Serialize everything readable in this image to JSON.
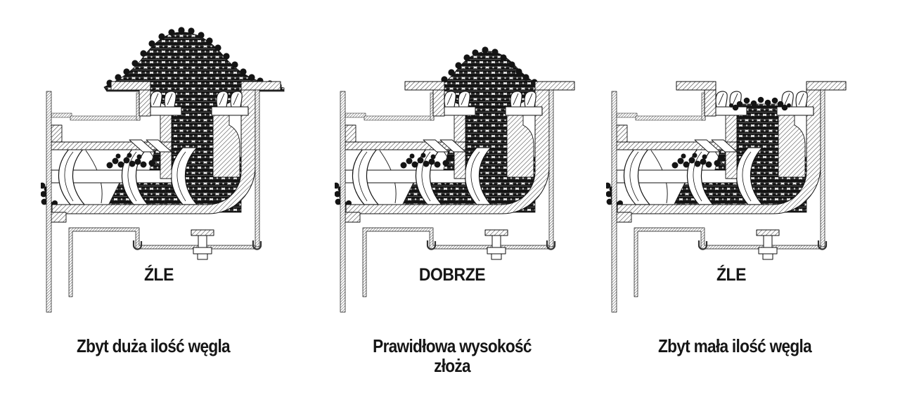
{
  "figure": {
    "panels": [
      {
        "verdict": "ŹLE",
        "desc_line1": "Zbyt duża ilość węgla",
        "coal_level": "too-much"
      },
      {
        "verdict": "DOBRZE",
        "desc_line1": "Prawidłowa wysokość",
        "desc_line2": "złoża",
        "coal_level": "correct"
      },
      {
        "verdict": "ŹLE",
        "desc_line1": "Zbyt mała ilość węgla",
        "coal_level": "too-little"
      }
    ],
    "colors": {
      "ink": "#111111",
      "paper": "#ffffff"
    }
  }
}
